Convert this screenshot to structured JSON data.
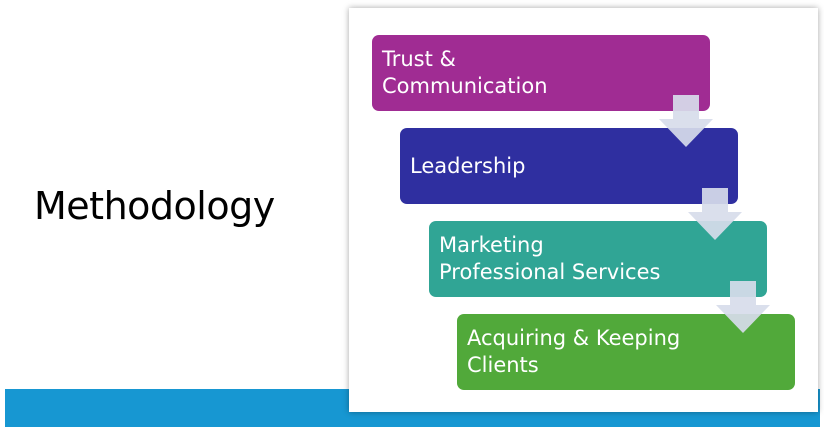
{
  "slide": {
    "title": "Methodology"
  },
  "colors": {
    "bottom_bar": "#1797d2",
    "step_arrow": "#d7dcea"
  },
  "steps": [
    {
      "lines": [
        "Trust &",
        "Communication"
      ],
      "color": "#a02c93"
    },
    {
      "lines": [
        "Leadership"
      ],
      "color": "#2f2fa0"
    },
    {
      "lines": [
        "Marketing",
        "Professional Services"
      ],
      "color": "#30a595"
    },
    {
      "lines": [
        "Acquiring & Keeping",
        "Clients"
      ],
      "color": "#51a93a"
    }
  ],
  "arrows": [
    {
      "icon": "down-arrow-icon"
    },
    {
      "icon": "down-arrow-icon"
    },
    {
      "icon": "down-arrow-icon"
    }
  ]
}
